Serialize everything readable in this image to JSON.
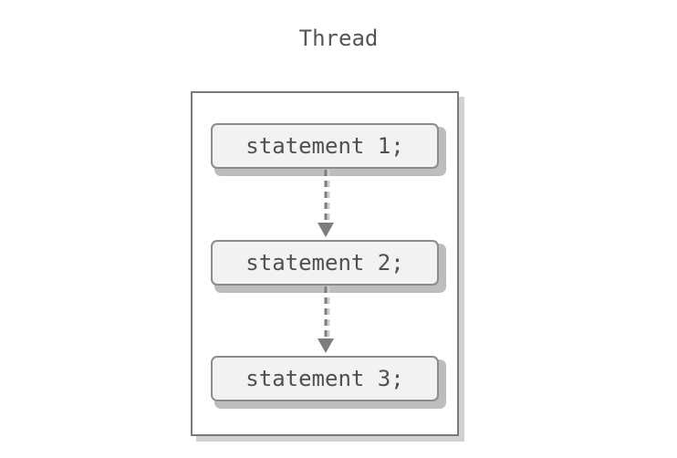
{
  "diagram": {
    "title": "Thread",
    "statements": [
      {
        "label": "statement 1;"
      },
      {
        "label": "statement 2;"
      },
      {
        "label": "statement 3;"
      }
    ],
    "colors": {
      "border": "#7a7a7a",
      "box_fill": "#f2f2f2",
      "text": "#505050",
      "arrow": "#808080",
      "shadow": "#bdbdbd"
    }
  }
}
